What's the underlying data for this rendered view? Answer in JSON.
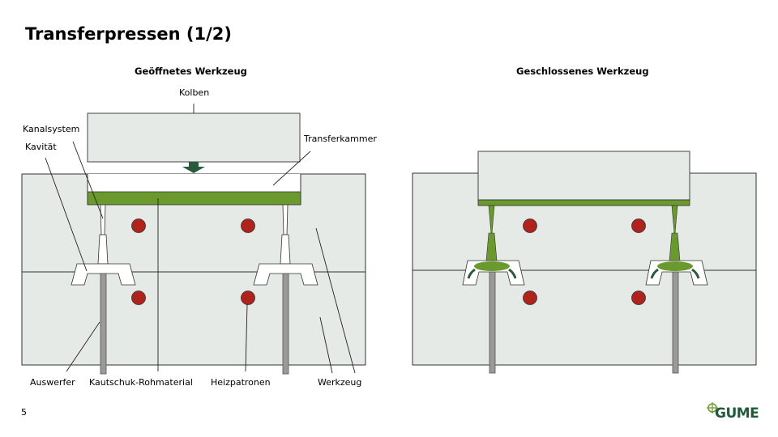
{
  "slide": {
    "title": "Transferpressen (1/2)",
    "page_number": "5"
  },
  "left_diagram": {
    "heading": "Geöffnetes Werkzeug",
    "labels": {
      "kolben": "Kolben",
      "kanalsystem": "Kanalsystem",
      "kavitaet": "Kavität",
      "transferkammer": "Transferkammer",
      "auswerfer": "Auswerfer",
      "kautschuk": "Kautschuk-Rohmaterial",
      "heizpatronen": "Heizpatronen",
      "werkzeug": "Werkzeug"
    }
  },
  "right_diagram": {
    "heading": "Geschlossenes Werkzeug"
  },
  "logo": {
    "text": "GUME",
    "icon": "globe-target-icon"
  },
  "colors": {
    "tool_fill": "#e6eae6",
    "rubber_green": "#6a9a2e",
    "arrow_dark_green": "#2a5a3e",
    "heater_red": "#b0221c",
    "ejector_gray": "#9a9a9a",
    "logo_green": "#1f5a3a"
  }
}
